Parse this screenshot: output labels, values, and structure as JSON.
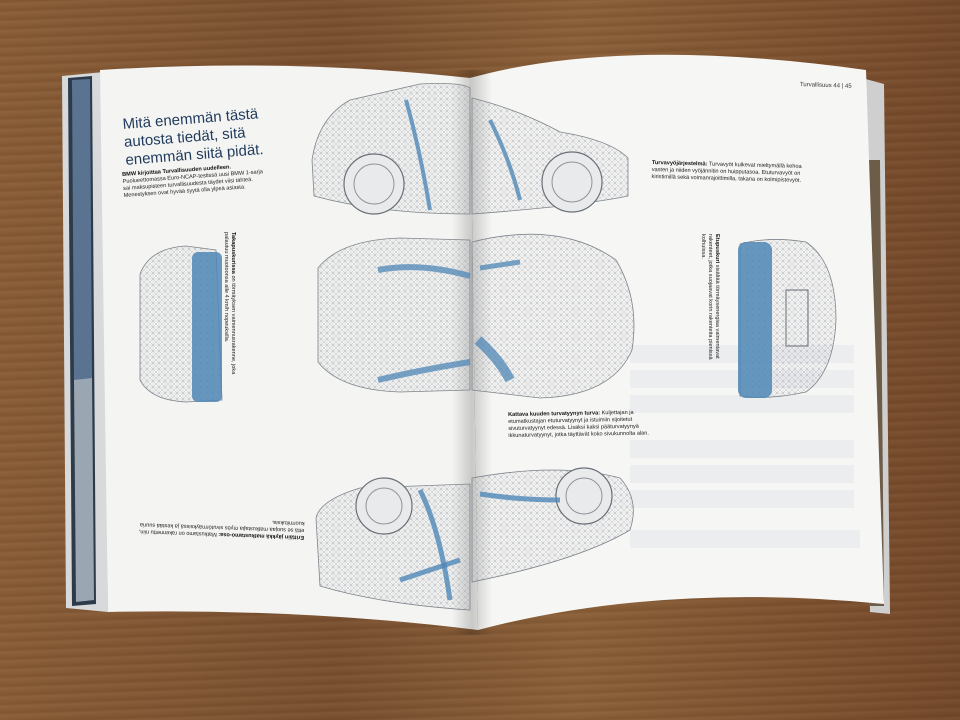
{
  "page_header": "Turvallisuus  44 | 45",
  "headline": "Mitä enemmän tästä autosta tiedät, sitä enemmän siitä pidät.",
  "intro": {
    "title": "BMW kirjoittaa Turvallisuuden uudelleen.",
    "body": "Puolueettomassa Euro-NCAP-testissä uusi BMW 1-sarja sai maksupisteen turvallisuudesta täydet viisi tähteä. Menestyksen ovat hyvää syytä olla ylpeä asiasta."
  },
  "takapuskurissa": {
    "title": "Takapuskurissa",
    "body": "on törmäyksen vaimennusrakenne, joka palautuu muotoonsa alle 4 km/h nopeuksilla."
  },
  "erittain_jaykka": {
    "title": "Erittäin jäykkä matkustamo-osa:",
    "body": "Matkustamo on rakennettu niin, että se suojaa matkustajia myös sivutörmäyksissä ja kestää suuria kuormituksia."
  },
  "turvavyojarjestelma": {
    "title": "Turvavyöjärjestelmä:",
    "body": "Turvavyöt kulkevat mieltymällä kehoa vasten ja niiden vyöjännitin on huipputasoa. Etuturvavyöt on kiristimillä sekä voimanrajoittimilla, takana on kolmipistevyöt."
  },
  "etupuskuri": {
    "title": "Etupuskuri",
    "body": "sisältää törmäysenergiaa vaimentavat rakenteet, jotka suojaavat korin rakenteita pienissä kolhuissa."
  },
  "kattava": {
    "title": "Kattava kuuden turvatyynyn turva:",
    "body": "Kuljettajan ja etumatkustajan etuturvatyynyt ja istuimiin sijoitetut sivuturvatyynyt edessä. Lisäksi kaksi pääturvatyynyä ikkunaturvatyynyt, jotka täyttävät koko sivukunnolta alan."
  },
  "colors": {
    "page": "#f3f3f1",
    "safety_blue": "#4f87b6",
    "headline_blue": "#1f3a5c",
    "wireframe": "#8a8f96"
  }
}
